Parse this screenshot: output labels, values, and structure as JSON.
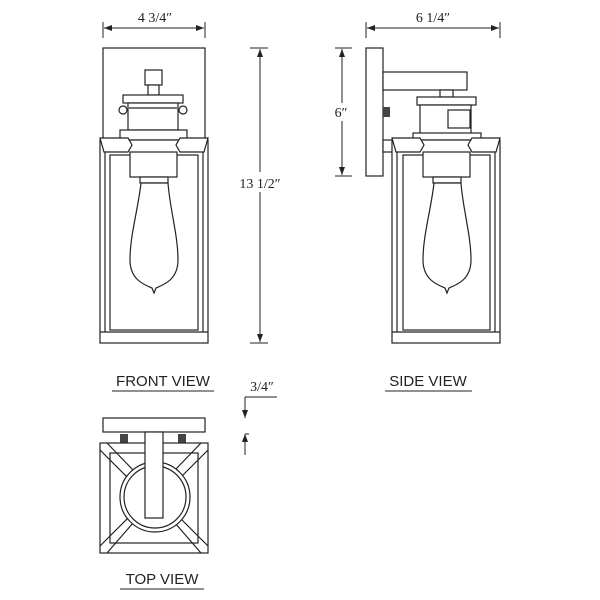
{
  "dimensions": {
    "front_width": "4 3/4″",
    "overall_height": "13 1/2″",
    "side_depth": "6 1/4″",
    "backplate_height": "6″",
    "backplate_thickness": "3/4″"
  },
  "views": {
    "front": "FRONT VIEW",
    "side": "SIDE VIEW",
    "top": "TOP VIEW"
  },
  "colors": {
    "line": "#222222",
    "background": "#ffffff"
  }
}
